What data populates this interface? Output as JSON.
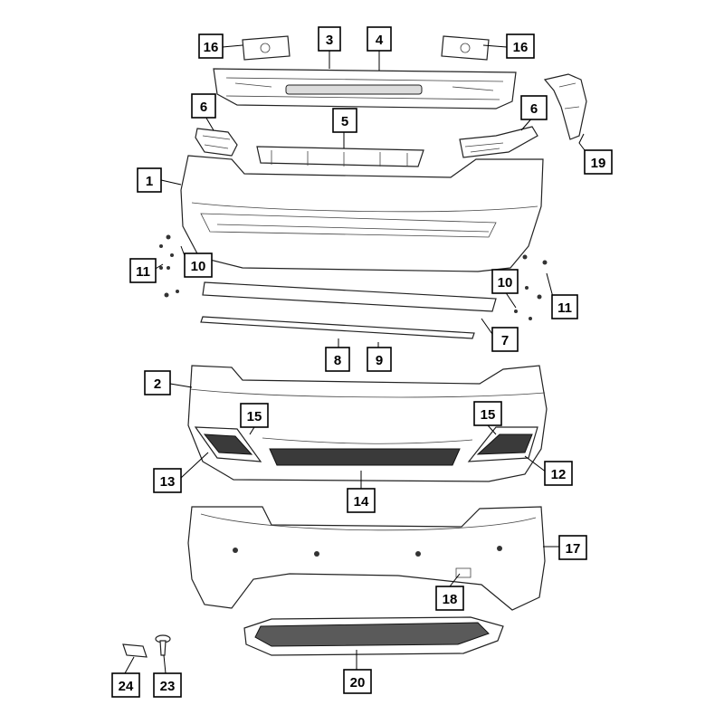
{
  "callouts": {
    "c1": "1",
    "c2": "2",
    "c3": "3",
    "c4": "4",
    "c5": "5",
    "c6a": "6",
    "c6b": "6",
    "c7": "7",
    "c8": "8",
    "c9": "9",
    "c10a": "10",
    "c10b": "10",
    "c11a": "11",
    "c11b": "11",
    "c12": "12",
    "c13": "13",
    "c14": "14",
    "c15a": "15",
    "c15b": "15",
    "c16a": "16",
    "c16b": "16",
    "c17": "17",
    "c18": "18",
    "c19": "19",
    "c20": "20",
    "c23": "23",
    "c24": "24"
  }
}
